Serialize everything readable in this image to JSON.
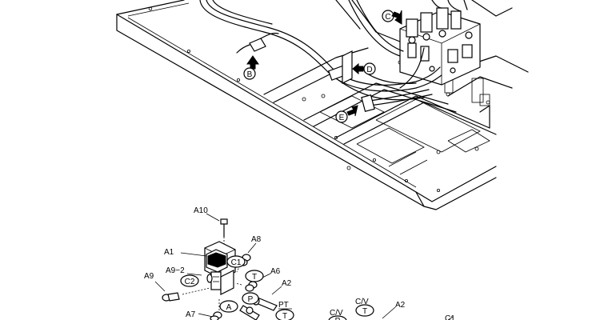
{
  "callouts": {
    "B": "B",
    "C": "C",
    "D": "D",
    "E": "E"
  },
  "parts": {
    "A10": "A10",
    "A8": "A8",
    "A1": "A1",
    "A9_2": "A9−2",
    "A9": "A9",
    "A6": "A6",
    "A2": "A2",
    "A7": "A7",
    "C1": "C1",
    "CV": "C/V",
    "PT": "PT"
  },
  "ports": {
    "C1": "C1",
    "C2": "C2",
    "T": "T",
    "A": "A",
    "P": "P",
    "PT_T": "T",
    "CV_T": "T",
    "CV_P": "P"
  }
}
